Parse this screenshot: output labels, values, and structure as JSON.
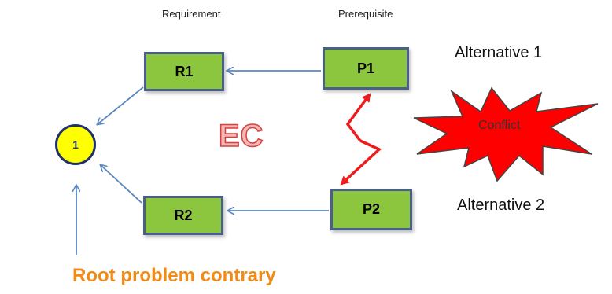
{
  "headers": {
    "requirement": "Requirement",
    "prerequisite": "Prerequisite"
  },
  "alternatives": {
    "alt1": "Alternative 1",
    "alt2": "Alternative 2"
  },
  "boxes": {
    "r1": "R1",
    "r2": "R2",
    "p1": "P1",
    "p2": "P2"
  },
  "circle": {
    "label": "1"
  },
  "ec": "EC",
  "conflict": "Conflict",
  "root_problem": "Root problem contrary",
  "colors": {
    "box_fill": "#8cc63f",
    "box_border": "#4a5f8c",
    "arrow": "#5b86c0",
    "conflict_arrow": "#ee1c1c",
    "star_fill": "#ff0000",
    "root_text": "#f28a16"
  }
}
